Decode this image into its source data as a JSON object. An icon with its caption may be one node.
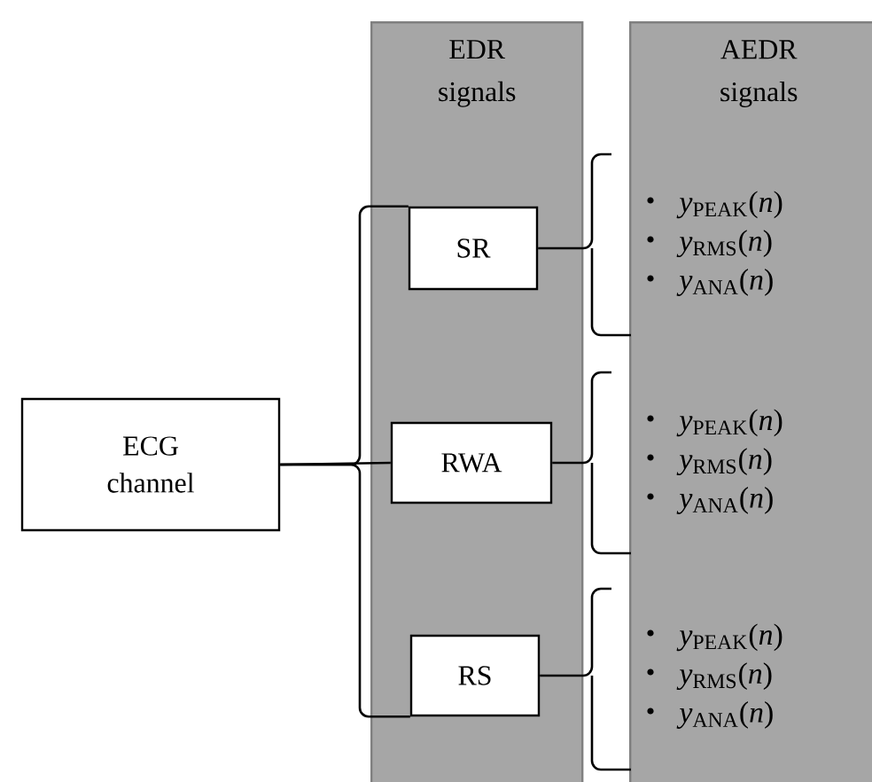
{
  "diagram": {
    "nodes": [
      {
        "text": [
          "ECG channel"
        ]
      },
      {
        "text": [
          "EDR signals"
        ]
      },
      {
        "text": [
          "SR"
        ],
        "in": 1
      },
      {
        "text": [
          "RWA"
        ],
        "in": 1
      },
      {
        "text": [
          "RS"
        ],
        "in": 1
      },
      {
        "text": [
          "AEDR signals"
        ]
      },
      {
        "text": [
          "*y*$_{PEAK}$(*n*)",
          "*y*$_{RMS}$(*n*)",
          "*y*$_{ANA}$(*n*)"
        ],
        "in": 5
      },
      {
        "text": [
          "*y*$_{PEAK}$(*n*)",
          "*y*$_{RMS}$(*n*)",
          "*y*$_{ANA}$(*n*)"
        ],
        "in": 5
      },
      {
        "text": [
          "*y*$_{PEAK}$(*n*)",
          "*y*$_{RMS}$(*n*)",
          "*y*$_{ANA}$(*n*)"
        ],
        "in": 5
      }
    ],
    "edges": [
      {
        "from": 0,
        "to": 2,
        "arrow": "none"
      },
      {
        "from": 0,
        "to": 3,
        "arrow": "none"
      },
      {
        "from": 0,
        "to": 4,
        "arrow": "none"
      },
      {
        "from": 2,
        "to": 6,
        "arrow": "none"
      },
      {
        "from": 3,
        "to": 7,
        "arrow": "none"
      },
      {
        "from": 4,
        "to": 8,
        "arrow": "none"
      }
    ]
  }
}
